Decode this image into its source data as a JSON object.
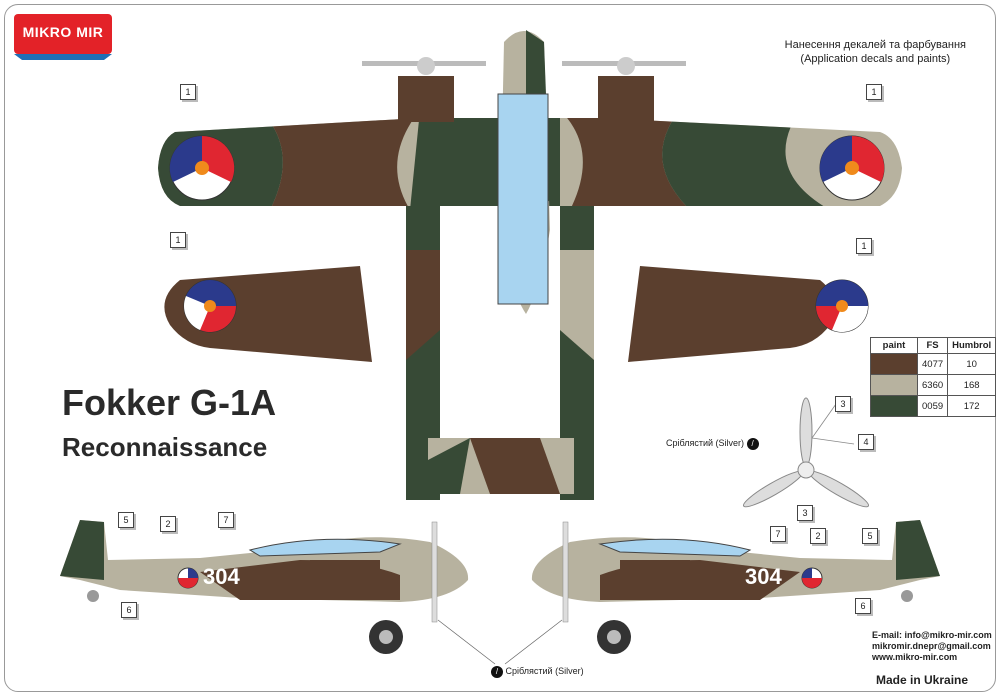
{
  "logo": {
    "text": "MIKRO MIR",
    "colors": {
      "red": "#e32228",
      "blue": "#1f6fb5"
    }
  },
  "header": {
    "line1": "Нанесення декалей та фарбування",
    "line2": "(Application decals and paints)"
  },
  "title": {
    "line1": "Fokker G-1A",
    "line2": "Reconnaissance"
  },
  "silver_label": "Сріблястий (Silver)",
  "aircraft_number": "304",
  "callouts": [
    "1",
    "1",
    "1",
    "1",
    "2",
    "2",
    "3",
    "3",
    "4",
    "5",
    "5",
    "6",
    "6",
    "7",
    "7"
  ],
  "paint_table": {
    "headers": [
      "paint",
      "FS",
      "Humbrol"
    ],
    "rows": [
      {
        "color": "#5b3f2e",
        "fs": "4077",
        "humbrol": "10"
      },
      {
        "color": "#b7b29f",
        "fs": "6360",
        "humbrol": "168"
      },
      {
        "color": "#374a36",
        "fs": "0059",
        "humbrol": "172"
      }
    ]
  },
  "contact": {
    "email": "E-mail: info@mikro-mir.com",
    "email2": "mikromir.dnepr@gmail.com",
    "web": "www.mikro-mir.com"
  },
  "made_in": "Made in Ukraine",
  "colors": {
    "brown": "#5b3f2e",
    "sand": "#b7b29f",
    "green": "#374a36",
    "roundel_blue": "#2b3a8c",
    "roundel_red": "#e02631",
    "roundel_orange": "#f08a1c"
  }
}
